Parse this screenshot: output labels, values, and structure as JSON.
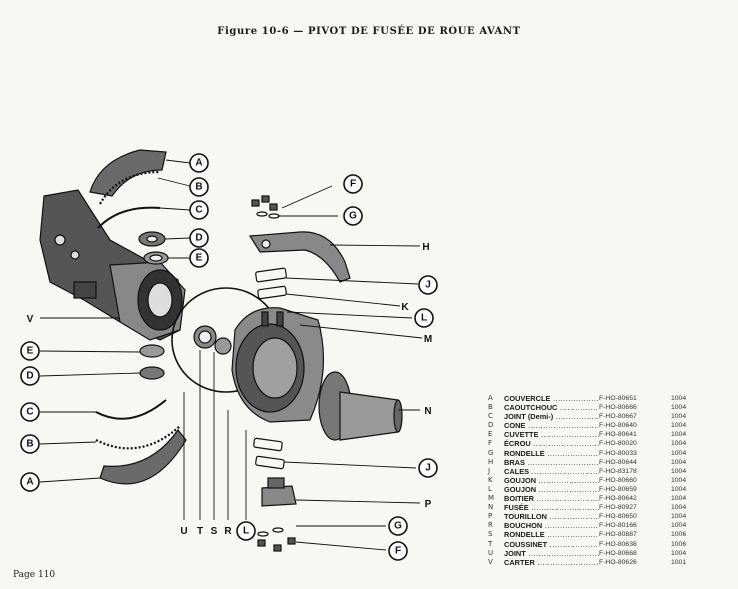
{
  "title": "Figure 10-6 — PIVOT DE FUSÉE DE ROUE AVANT",
  "callouts": [
    {
      "id": "A",
      "label": "A"
    },
    {
      "id": "B",
      "label": "B"
    },
    {
      "id": "C",
      "label": "C"
    },
    {
      "id": "D",
      "label": "D"
    },
    {
      "id": "E",
      "label": "E"
    },
    {
      "id": "F",
      "label": "F"
    },
    {
      "id": "G",
      "label": "G"
    },
    {
      "id": "H",
      "label": "H"
    },
    {
      "id": "J",
      "label": "J"
    },
    {
      "id": "K",
      "label": "K"
    },
    {
      "id": "L",
      "label": "L"
    },
    {
      "id": "M",
      "label": "M"
    },
    {
      "id": "V",
      "label": "V"
    },
    {
      "id": "N",
      "label": "N"
    },
    {
      "id": "P",
      "label": "P"
    },
    {
      "id": "U",
      "label": "U"
    },
    {
      "id": "T",
      "label": "T"
    },
    {
      "id": "S",
      "label": "S"
    },
    {
      "id": "R",
      "label": "R"
    }
  ],
  "legend": [
    {
      "letter": "A",
      "name": "COUVERCLE",
      "part": "F-HO-80651",
      "group": "1004"
    },
    {
      "letter": "B",
      "name": "CAOUTCHOUC",
      "part": "F-HO-80666",
      "group": "1004"
    },
    {
      "letter": "C",
      "name": "JOINT (Demi-)",
      "part": "F-HO-80667",
      "group": "1004"
    },
    {
      "letter": "D",
      "name": "CONE",
      "part": "F-HO-80640",
      "group": "1004"
    },
    {
      "letter": "E",
      "name": "CUVETTE",
      "part": "F-HO-80641",
      "group": "1004"
    },
    {
      "letter": "F",
      "name": "ÉCROU",
      "part": "F-HO-80020",
      "group": "1004"
    },
    {
      "letter": "G",
      "name": "RONDELLE",
      "part": "F-HO-80033",
      "group": "1004"
    },
    {
      "letter": "H",
      "name": "BRAS",
      "part": "F-HO-80644",
      "group": "1004"
    },
    {
      "letter": "J",
      "name": "CALES",
      "part": "F-HO-83178",
      "group": "1004"
    },
    {
      "letter": "K",
      "name": "GOUJON",
      "part": "F-HO-80660",
      "group": "1004"
    },
    {
      "letter": "L",
      "name": "GOUJON",
      "part": "F-HO-80659",
      "group": "1004"
    },
    {
      "letter": "M",
      "name": "BOITIER",
      "part": "F-HO-80642",
      "group": "1004"
    },
    {
      "letter": "N",
      "name": "FUSÉE",
      "part": "F-HO-80927",
      "group": "1004"
    },
    {
      "letter": "P",
      "name": "TOURILLON",
      "part": "F-HO-80650",
      "group": "1004"
    },
    {
      "letter": "R",
      "name": "BOUCHON",
      "part": "F-HO-80166",
      "group": "1004"
    },
    {
      "letter": "S",
      "name": "RONDELLE",
      "part": "F-HO-80887",
      "group": "1006"
    },
    {
      "letter": "T",
      "name": "COUSSINET",
      "part": "F-HO-80638",
      "group": "1006"
    },
    {
      "letter": "U",
      "name": "JOINT",
      "part": "F-HO-80668",
      "group": "1004"
    },
    {
      "letter": "V",
      "name": "CARTER",
      "part": "F-HO-80626",
      "group": "1001"
    }
  ],
  "page_number": "Page 110"
}
